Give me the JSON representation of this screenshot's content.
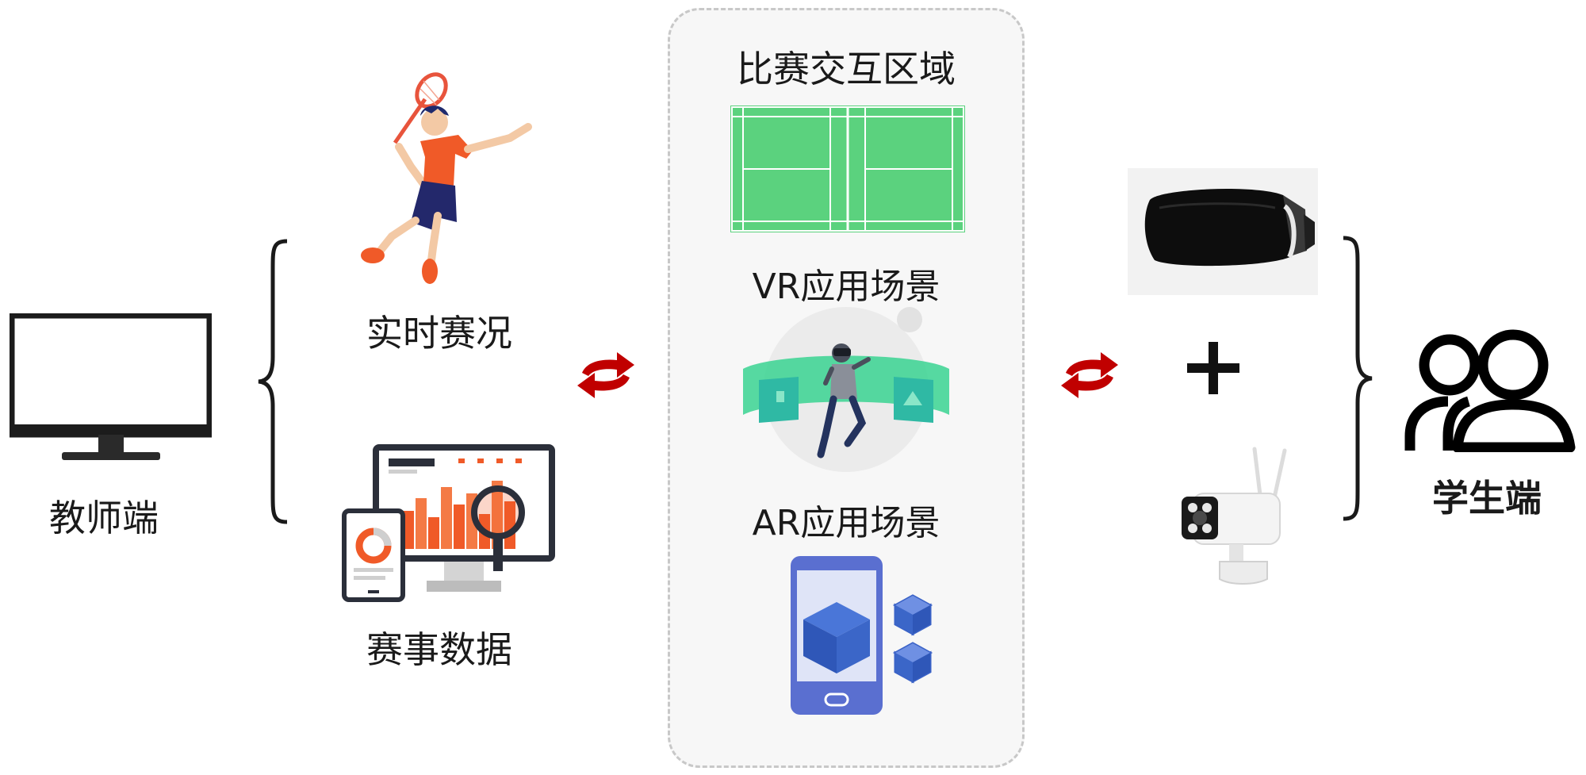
{
  "teacher": {
    "label": "教师端",
    "icon": "monitor-icon"
  },
  "left_items": [
    {
      "label": "实时赛况",
      "icon": "badminton-player-icon"
    },
    {
      "label": "赛事数据",
      "icon": "data-dashboard-icon"
    }
  ],
  "center": {
    "title": "比赛交互区域",
    "court_icon": "badminton-court-icon",
    "vr_label": "VR应用场景",
    "ar_label": "AR应用场景"
  },
  "student": {
    "label": "学生端",
    "icon": "users-icon"
  },
  "devices": {
    "vr_headset": "vr-headset-icon",
    "plus": "+",
    "camera": "security-camera-icon"
  },
  "colors": {
    "arrow": "#c00000",
    "court": "#5bd27e",
    "accent_orange": "#f05a28",
    "ar_blue": "#3a62c7"
  }
}
